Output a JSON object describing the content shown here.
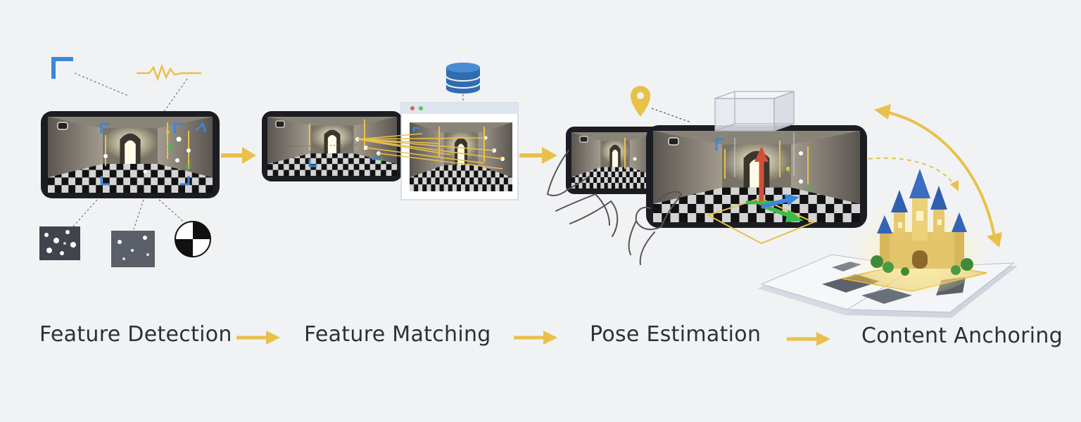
{
  "steps": [
    {
      "id": "feature-detection",
      "label": "Feature Detection"
    },
    {
      "id": "feature-matching",
      "label": "Feature Matching"
    },
    {
      "id": "pose-estimation",
      "label": "Pose Estimation"
    },
    {
      "id": "content-anchoring",
      "label": "Content Anchoring"
    }
  ],
  "colors": {
    "accent": "#e8c14a",
    "blue": "#3a86d8",
    "green": "#3dbb4a",
    "red": "#d0503a",
    "background": "#f1f2f4",
    "text": "#2c3038"
  },
  "icons": [
    "corner-bracket-icon",
    "signal-waveform-icon",
    "database-icon",
    "location-pin-icon",
    "checker-target-icon",
    "camera-icon",
    "bounding-box-icon",
    "castle-icon",
    "open-book-icon",
    "cycle-arrow-icon"
  ]
}
